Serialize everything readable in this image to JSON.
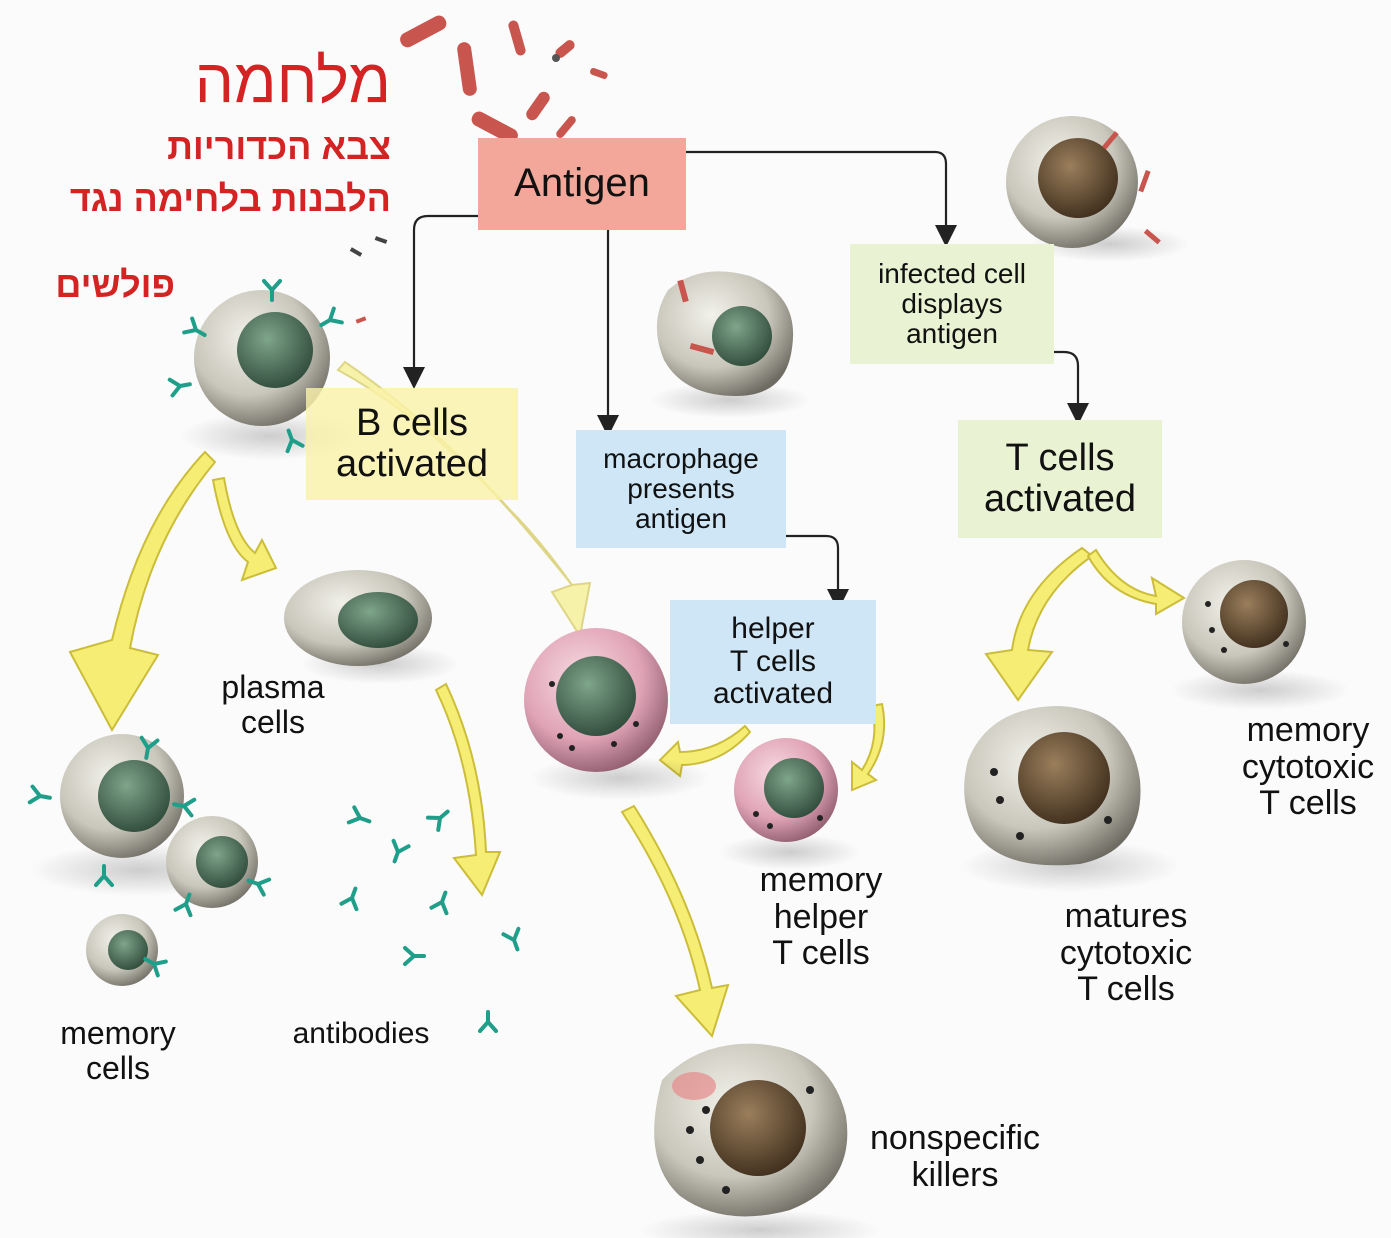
{
  "heading": {
    "title": "מלחמה",
    "line1": "צבא הכדוריות",
    "line2": "הלבנות בלחימה נגד",
    "line3": "פולשים"
  },
  "colors": {
    "heading_red": "#d42323",
    "antigen_box": "#f2a79a",
    "b_box": "#faf1a8",
    "macrophage_box": "#cfe6f6",
    "t_box": "#e9f2d2",
    "big_arrow": "#f5ec6a",
    "big_arrow_edge": "#c8b92a",
    "antibody": "#1f9e8a"
  },
  "nodes": {
    "antigen": "Antigen",
    "b_cells": "B cells\nactivated",
    "macrophage": "macrophage\npresents\nantigen",
    "infected_cell": "infected cell\ndisplays\nantigen",
    "t_cells": "T cells\nactivated",
    "helper_t": "helper\nT cells\nactivated"
  },
  "labels": {
    "plasma": "plasma\ncells",
    "memory_cells": "memory\ncells",
    "antibodies": "antibodies",
    "memory_helper": "memory\nhelper\nT cells",
    "nonspecific": "nonspecific\nkillers",
    "matures_cytotoxic": "matures\ncytotoxic\nT cells",
    "memory_cytotoxic": "memory\ncytotoxic\nT cells"
  },
  "icons": [
    "bacteria-icon",
    "b-cell-icon",
    "macrophage-icon",
    "infected-cell-icon",
    "plasma-cell-icon",
    "memory-b-cell-icon",
    "antibody-icon",
    "helper-t-cell-icon",
    "memory-helper-t-cell-icon",
    "nonspecific-killer-icon",
    "cytotoxic-t-cell-icon",
    "memory-cytotoxic-t-cell-icon"
  ]
}
